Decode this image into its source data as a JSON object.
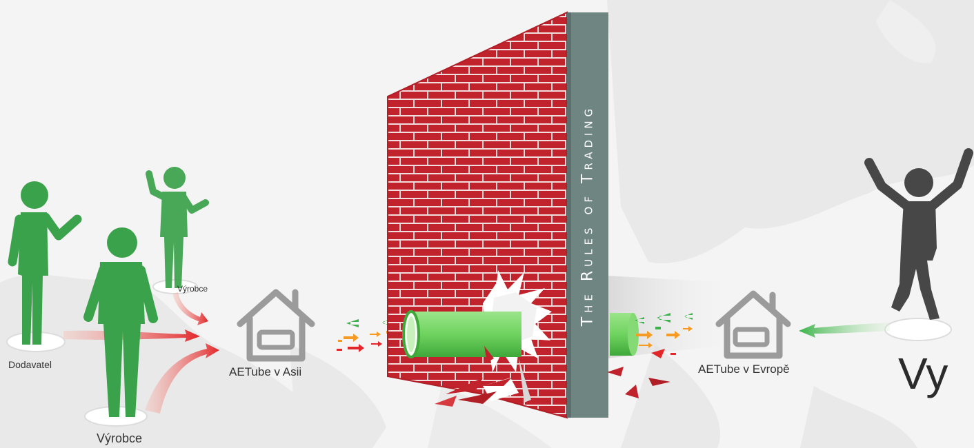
{
  "wall": {
    "title": "The Rules of Trading"
  },
  "labels": {
    "supplier": "Dodavatel",
    "manufacturer_top": "Výrobce",
    "manufacturer_bottom": "Výrobce",
    "aetube_asia": "AETube v Asii",
    "aetube_europe": "AETube v Evropě",
    "you": "Vy"
  },
  "colors": {
    "background": "#f4f4f4",
    "map_land": "#e9e9e9",
    "people_green": "#3aa24a",
    "person_you": "#474747",
    "brick_red": "#c0232c",
    "mortar": "#f2dede",
    "wall_side": "#6f8581",
    "pipe_green": "#6fd35f",
    "arrow_red": "#e3262a",
    "arrow_orange": "#f59a23",
    "arrow_green": "#3cb34a",
    "house_outline": "#9b9b9b"
  },
  "icons": [
    "person-icon",
    "house-icon",
    "arrow-icon"
  ]
}
